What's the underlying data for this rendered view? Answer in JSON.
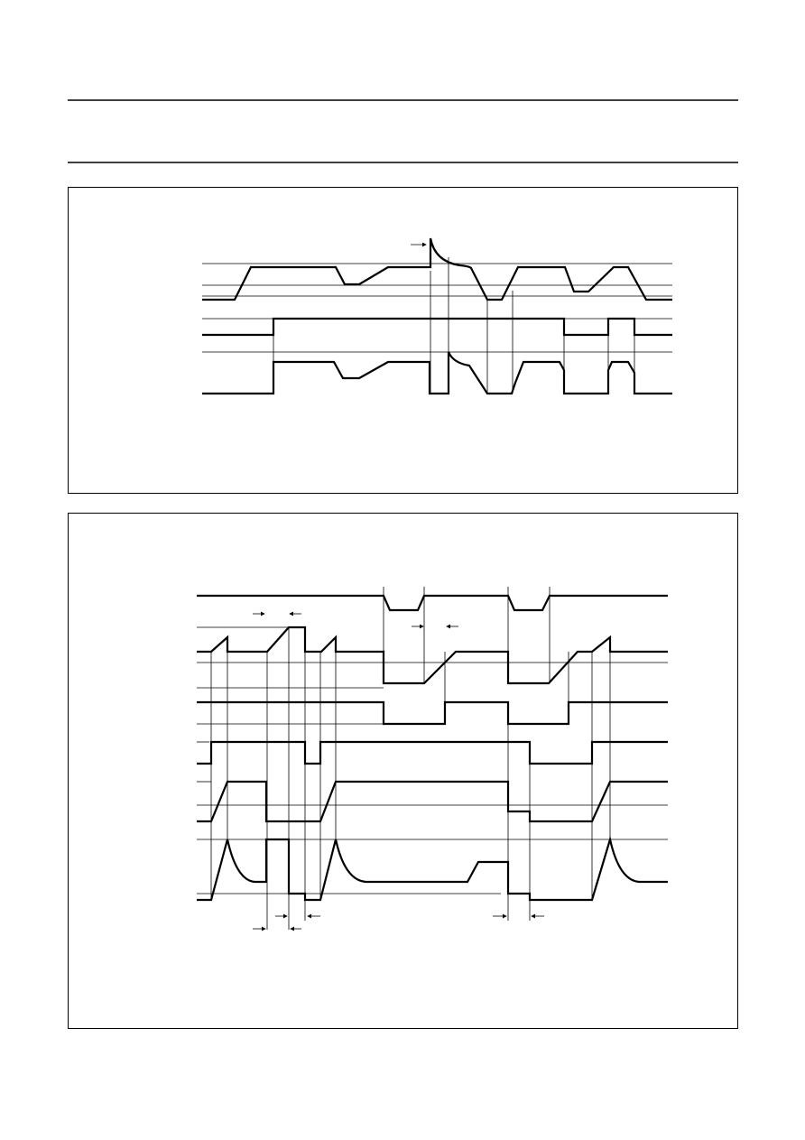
{
  "colors": {
    "line": "#000000",
    "background": "#ffffff"
  },
  "figures": [
    {
      "id": "timing-diagram-1",
      "signals": 3
    },
    {
      "id": "timing-diagram-2",
      "signals": 6
    }
  ]
}
